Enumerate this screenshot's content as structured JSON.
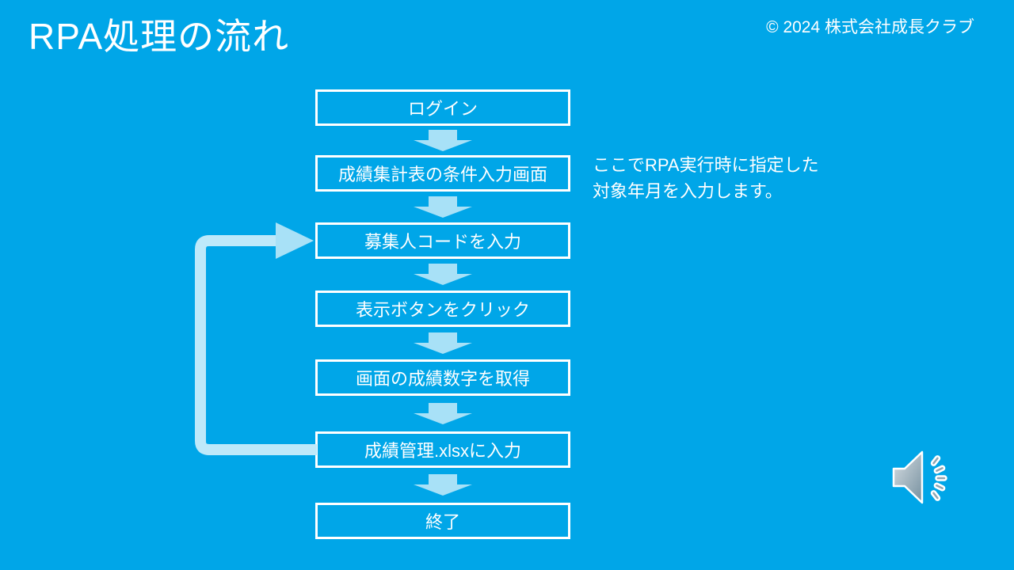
{
  "slide": {
    "title": "RPA処理の流れ",
    "copyright": "© 2024 株式会社成長クラブ"
  },
  "flowchart": {
    "steps": [
      {
        "label": "ログイン"
      },
      {
        "label": "成績集計表の条件入力画面"
      },
      {
        "label": "募集人コードを入力"
      },
      {
        "label": "表示ボタンをクリック"
      },
      {
        "label": "画面の成績数字を取得"
      },
      {
        "label": "成績管理.xlsxに入力"
      },
      {
        "label": "終了"
      }
    ],
    "loop": {
      "from": "成績管理.xlsxに入力",
      "to": "募集人コードを入力"
    }
  },
  "annotation": {
    "line1": "ここでRPA実行時に指定した",
    "line2": "対象年月を入力します。"
  },
  "icons": {
    "audio": "speaker-with-sound-waves"
  },
  "colors": {
    "background": "#00A6E8",
    "box_border": "#FFFFFF",
    "text": "#FFFFFF",
    "down_arrow": "#A8E1F7",
    "loop_arrow": "#BEE9FA",
    "speaker_body_light": "#D7DEE3",
    "speaker_body_dark": "#76909F"
  }
}
